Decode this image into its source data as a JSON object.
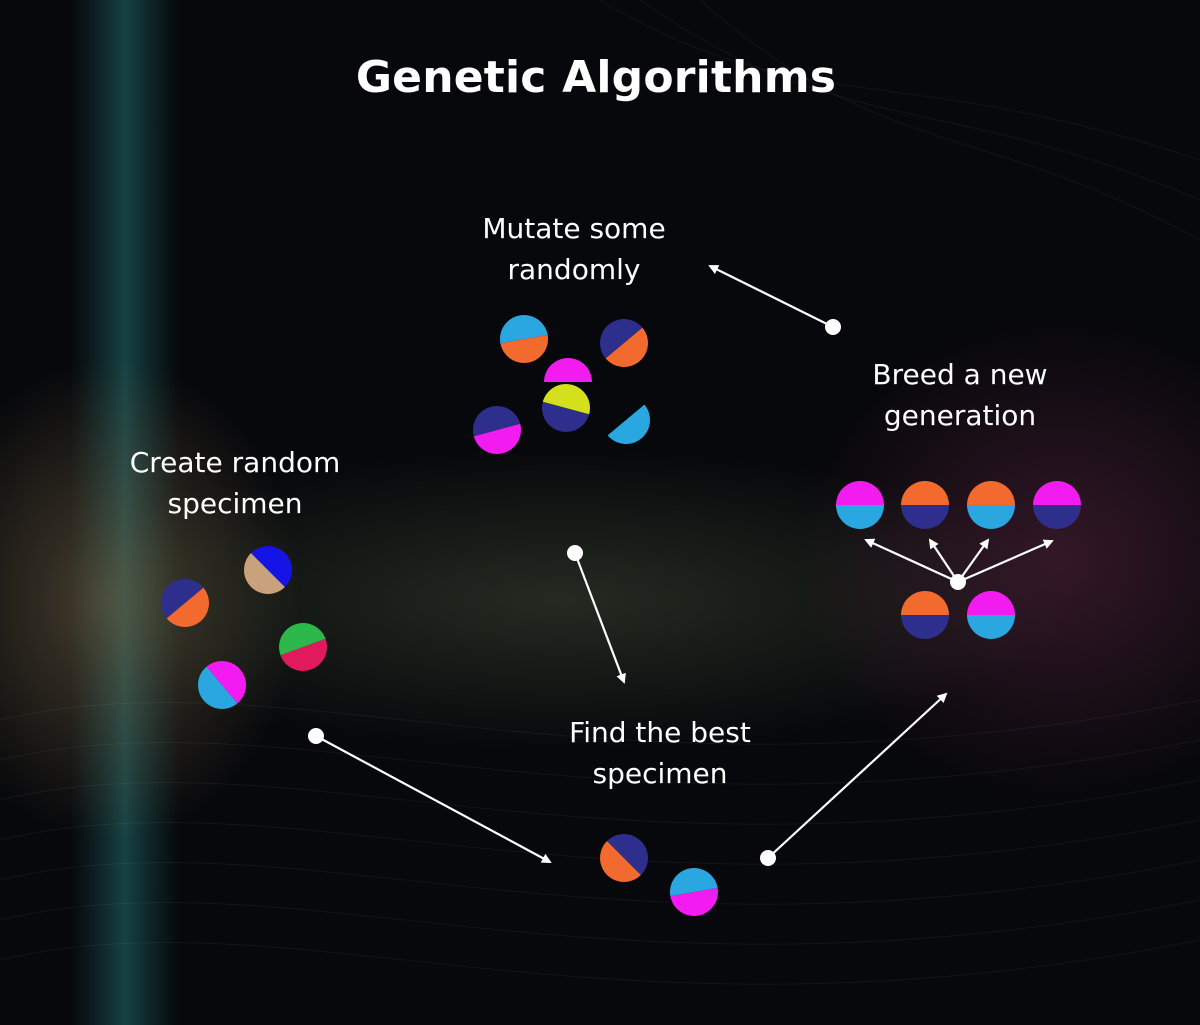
{
  "title": "Genetic Algorithms",
  "stages": {
    "create": {
      "line1": "Create random",
      "line2": "specimen"
    },
    "find": {
      "line1": "Find the best",
      "line2": "specimen"
    },
    "breed": {
      "line1": "Breed a new",
      "line2": "generation"
    },
    "mutate": {
      "line1": "Mutate some",
      "line2": "randomly"
    }
  },
  "colors": {
    "background": "#07080b",
    "orange": "#f26a2e",
    "navy": "#2e2f8c",
    "sky": "#2aa7e0",
    "magenta": "#f21cf0",
    "tan": "#c8a27c",
    "blue": "#1414e6",
    "crimson": "#e01a5c",
    "green": "#2cb84a",
    "yellow": "#d4e01c",
    "arrow": "#ffffff"
  }
}
